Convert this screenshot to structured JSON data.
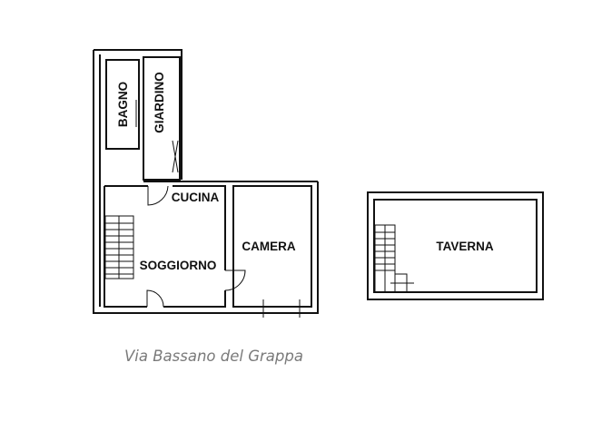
{
  "rooms": {
    "bagno": "BAGNO",
    "giardino": "GIARDINO",
    "cucina": "CUCINA",
    "soggiorno": "SOGGIORNO",
    "camera": "CAMERA",
    "taverna": "TAVERNA"
  },
  "caption": "Via Bassano del Grappa"
}
